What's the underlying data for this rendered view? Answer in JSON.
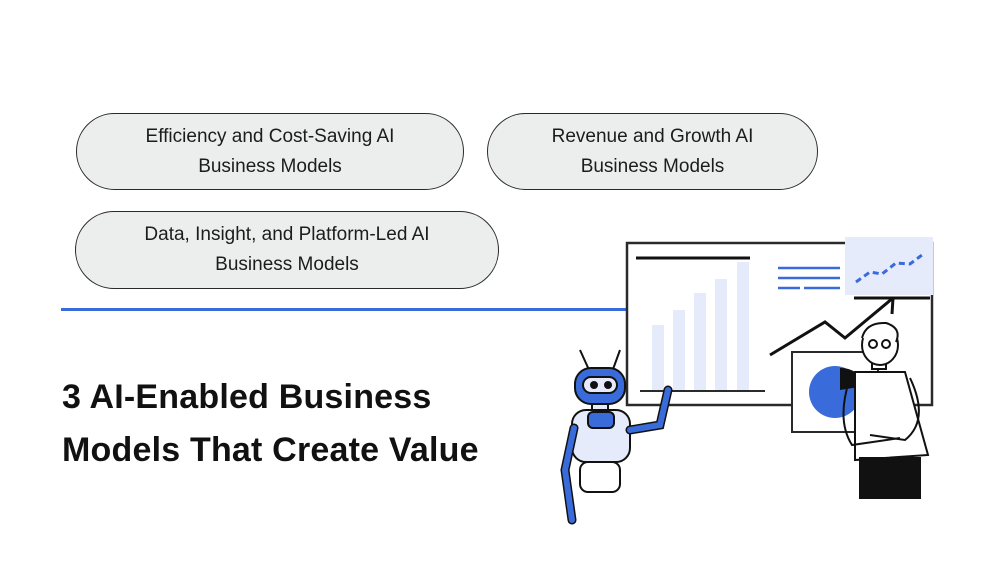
{
  "categories": [
    {
      "line1": "Efficiency and Cost-Saving AI",
      "line2": "Business Models"
    },
    {
      "line1": "Revenue and Growth AI",
      "line2": "Business Models"
    },
    {
      "line1": "Data, Insight, and Platform-Led AI",
      "line2": "Business Models"
    }
  ],
  "headline": {
    "line1": "3 AI-Enabled Business",
    "line2": "Models That Create Value"
  },
  "colors": {
    "accent": "#3a6bdb",
    "pill_fill": "#eceeee",
    "outline": "#2a2a2a",
    "bar_fill": "#e6ebfb"
  },
  "illustration": {
    "icons": [
      "whiteboard-icon",
      "bar-chart-icon",
      "line-chart-icon",
      "pie-chart-icon",
      "trend-arrow-icon",
      "robot-icon",
      "person-icon"
    ]
  }
}
